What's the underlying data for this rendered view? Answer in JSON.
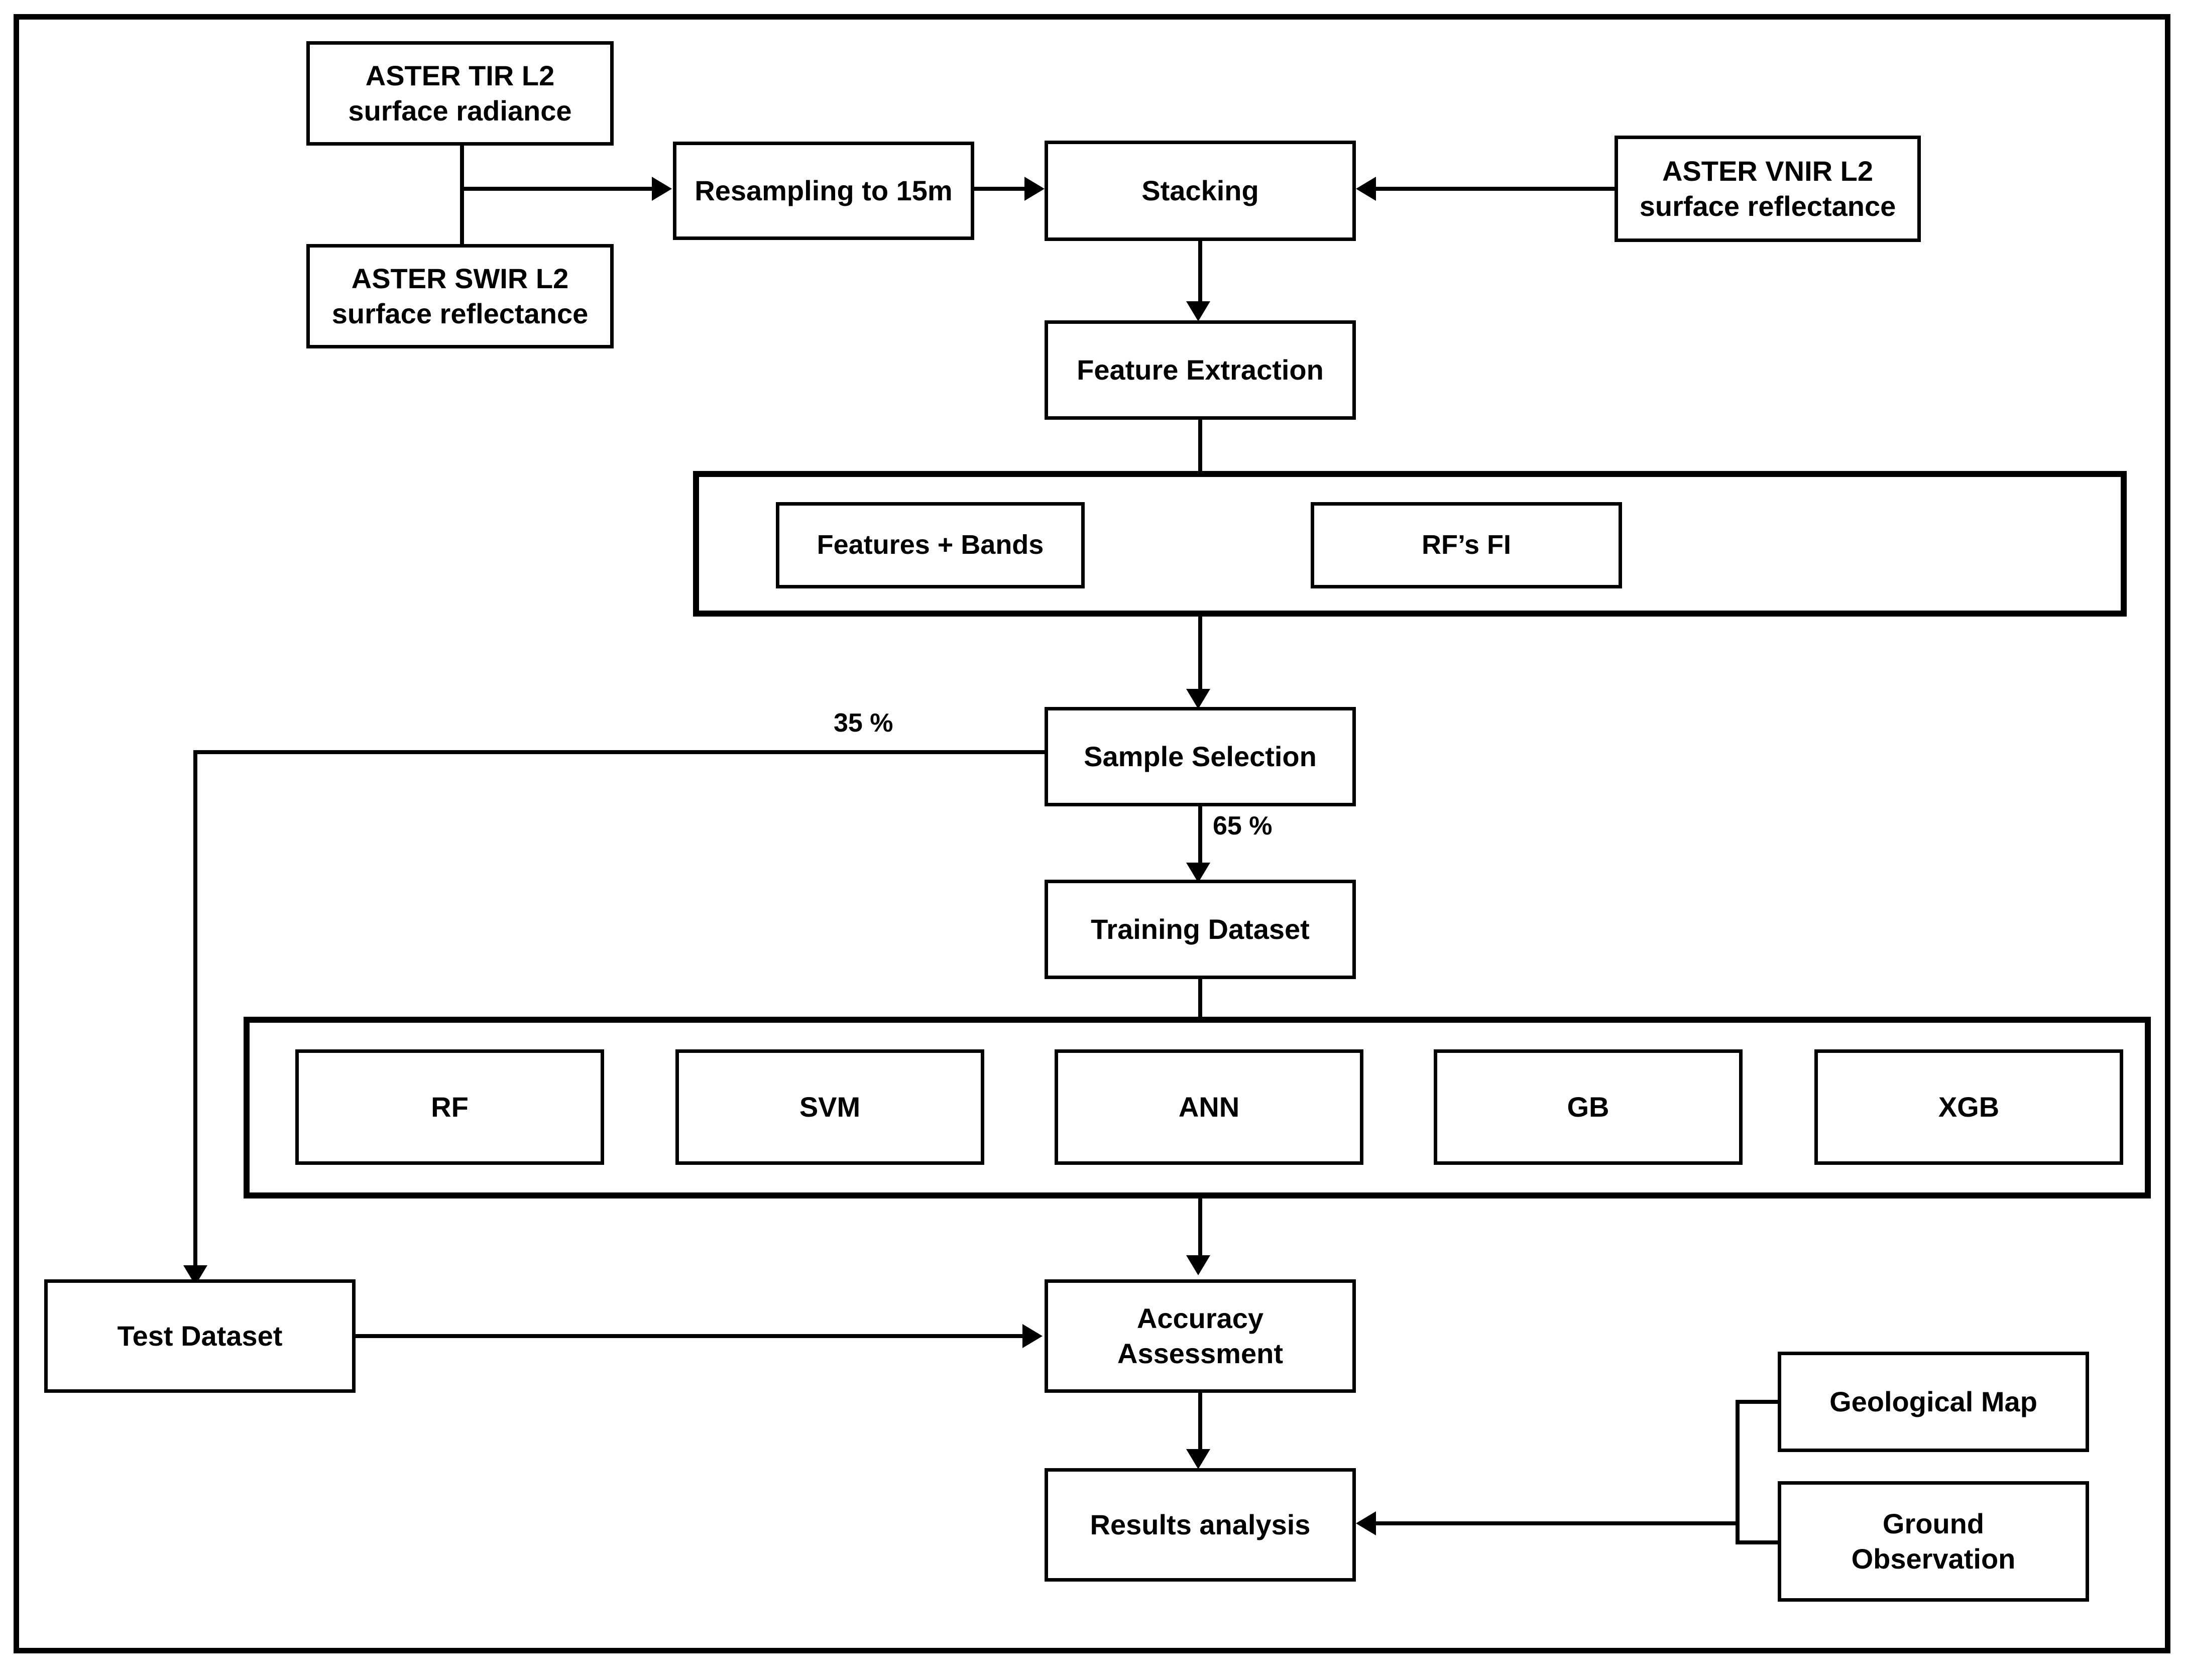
{
  "diagram": {
    "title": "ASTER machine-learning lithological mapping workflow",
    "nodes": {
      "aster_tir": "ASTER TIR L2\nsurface radiance",
      "aster_tir_line1": "ASTER TIR L2",
      "aster_tir_line2": "surface radiance",
      "aster_swir_line1": "ASTER SWIR L2",
      "aster_swir_line2": "surface reflectance",
      "aster_vnir_line1": "ASTER VNIR L2",
      "aster_vnir_line2": "surface reflectance",
      "resampling": "Resampling to 15m",
      "stacking": "Stacking",
      "feature_extraction": "Feature Extraction",
      "features_bands": "Features + Bands",
      "rf_fi": "RF’s FI",
      "sample_selection": "Sample Selection",
      "training_dataset": "Training Dataset",
      "test_dataset": "Test Dataset",
      "accuracy_line1": "Accuracy",
      "accuracy_line2": "Assessment",
      "results_analysis": "Results analysis",
      "geological_map": "Geological Map",
      "ground_line1": "Ground",
      "ground_line2": "Observation"
    },
    "classifiers": [
      {
        "label": "RF"
      },
      {
        "label": "SVM"
      },
      {
        "label": "ANN"
      },
      {
        "label": "GB"
      },
      {
        "label": "XGB"
      }
    ],
    "edge_labels": {
      "test_split": "35 %",
      "train_split": "65 %"
    },
    "colors": {
      "stroke": "#000000",
      "fill": "#ffffff",
      "text": "#000000"
    }
  }
}
